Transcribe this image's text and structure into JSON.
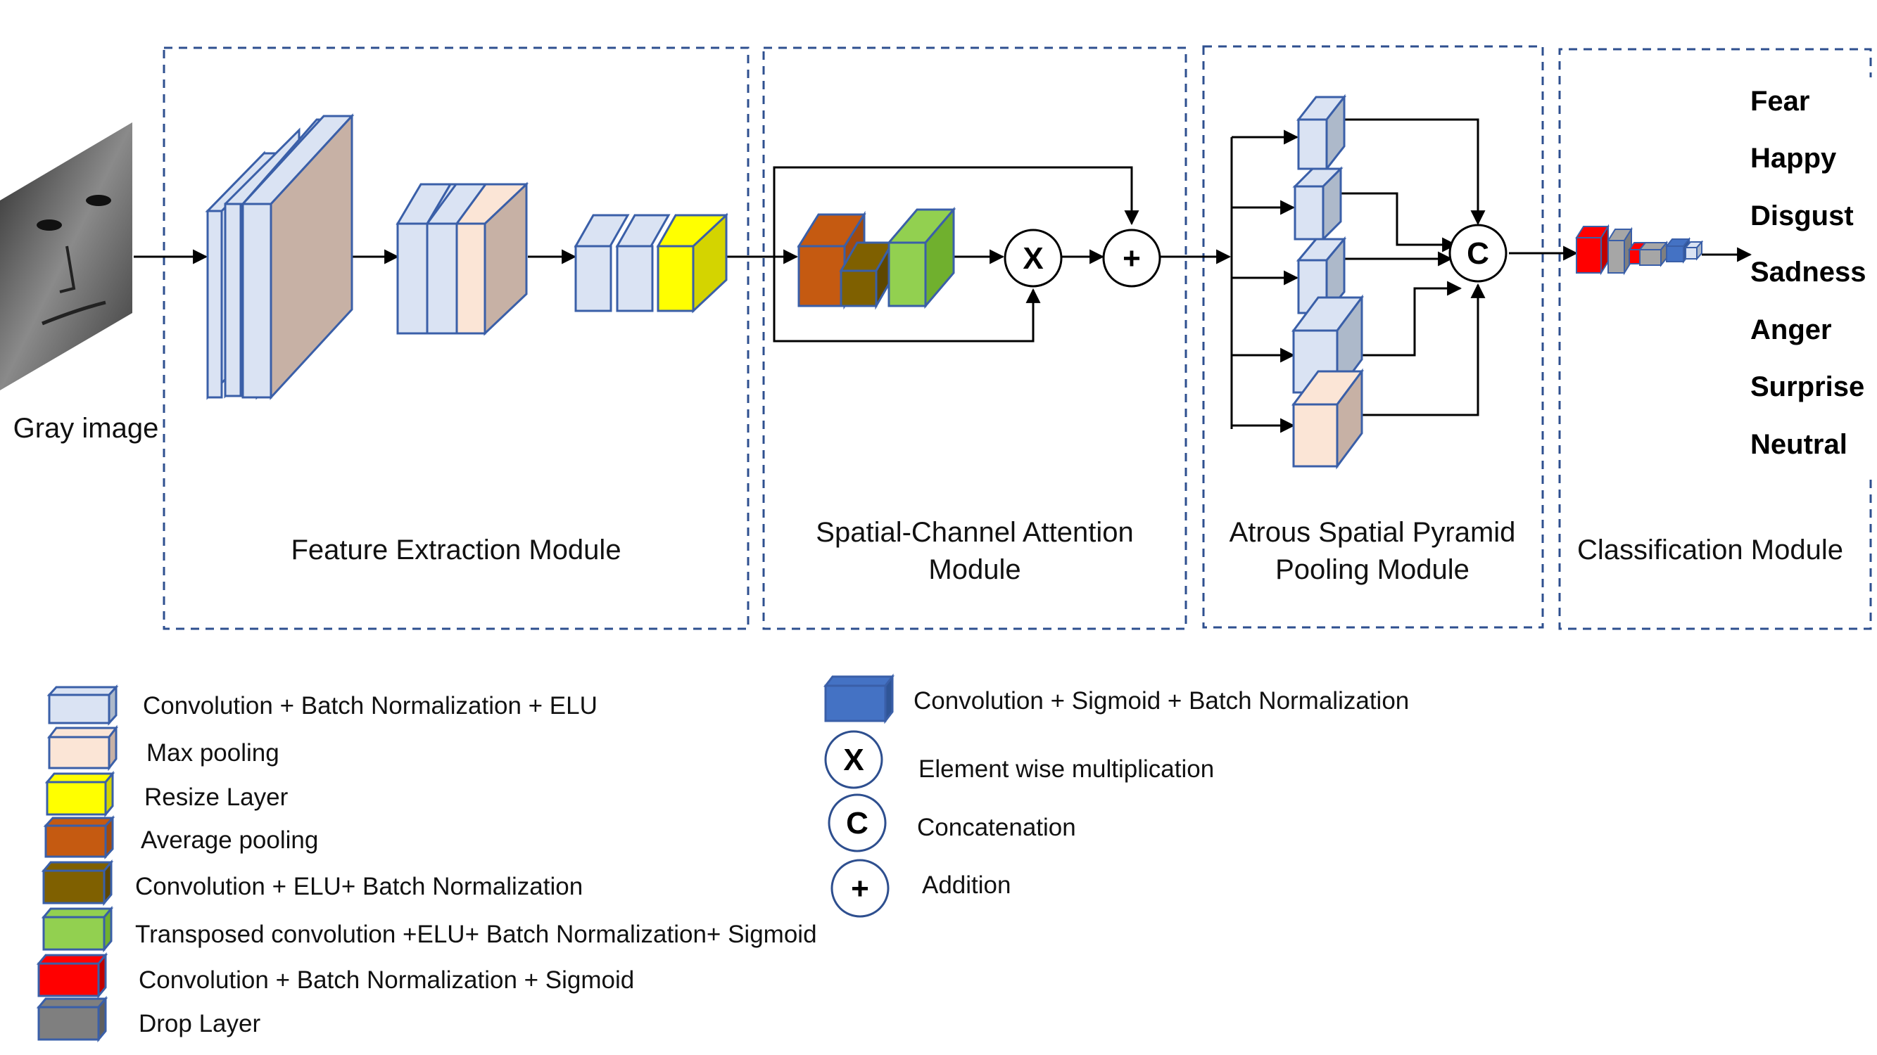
{
  "input": {
    "caption": "Gray image"
  },
  "modules": {
    "feature_extraction": "Feature Extraction Module",
    "attention_line1": "Spatial-Channel Attention",
    "attention_line2": "Module",
    "aspp_line1": "Atrous Spatial Pyramid",
    "aspp_line2": "Pooling Module",
    "classification": "Classification Module"
  },
  "operators": {
    "multiply": "X",
    "concat": "C",
    "add": "+"
  },
  "emotions": [
    "Fear",
    "Happy",
    "Disgust",
    "Sadness",
    "Anger",
    "Surprise",
    "Neutral"
  ],
  "legend": {
    "conv_bn_elu": "Convolution + Batch Normalization + ELU",
    "max_pooling": "Max pooling",
    "resize": "Resize Layer",
    "avg_pooling": "Average pooling",
    "conv_elu_bn": "Convolution +  ELU+ Batch Normalization",
    "transposed_conv": "Transposed convolution +ELU+ Batch Normalization+ Sigmoid",
    "conv_bn_sigmoid": "Convolution + Batch Normalization +  Sigmoid",
    "drop": "Drop Layer",
    "conv_sigmoid_bn": "Convolution +  Sigmoid + Batch Normalization",
    "elementwise_mult": "Element wise multiplication",
    "concatenation": "Concatenation",
    "addition": "Addition"
  },
  "colors": {
    "module_border": "#2e4f8f",
    "conv_bn_elu": "#dae3f3",
    "max_pooling": "#fbe5d6",
    "feature_block": "#c7b1a5",
    "resize": "#ffff00",
    "avg_pooling": "#c55a11",
    "conv_elu_bn": "#7f6000",
    "transposed_conv": "#92d050",
    "conv_bn_sigmoid": "#ff0000",
    "drop": "#7f7f7f",
    "conv_sigmoid_bn": "#4472c4"
  }
}
